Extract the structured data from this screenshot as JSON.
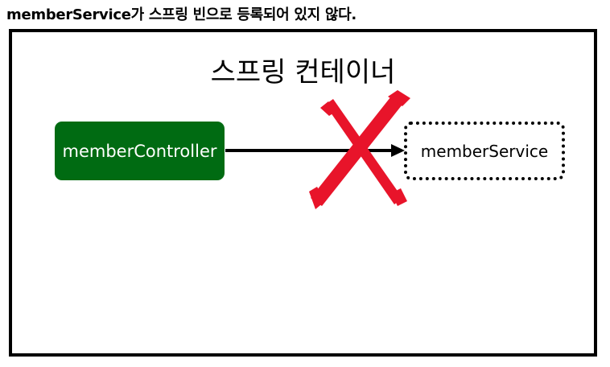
{
  "heading": "memberService가 스프링 빈으로 등록되어 있지 않다.",
  "diagram": {
    "container_title": "스프링 컨테이너",
    "nodes": {
      "controller": {
        "label": "memberController",
        "fill": "#006b12"
      },
      "service": {
        "label": "memberService",
        "border_style": "dotted"
      }
    },
    "edges": [
      {
        "from": "controller",
        "to": "service",
        "status": "broken"
      }
    ],
    "cross_mark_color": "#e8142a",
    "cross_mark_icon": "x-cross-icon"
  }
}
